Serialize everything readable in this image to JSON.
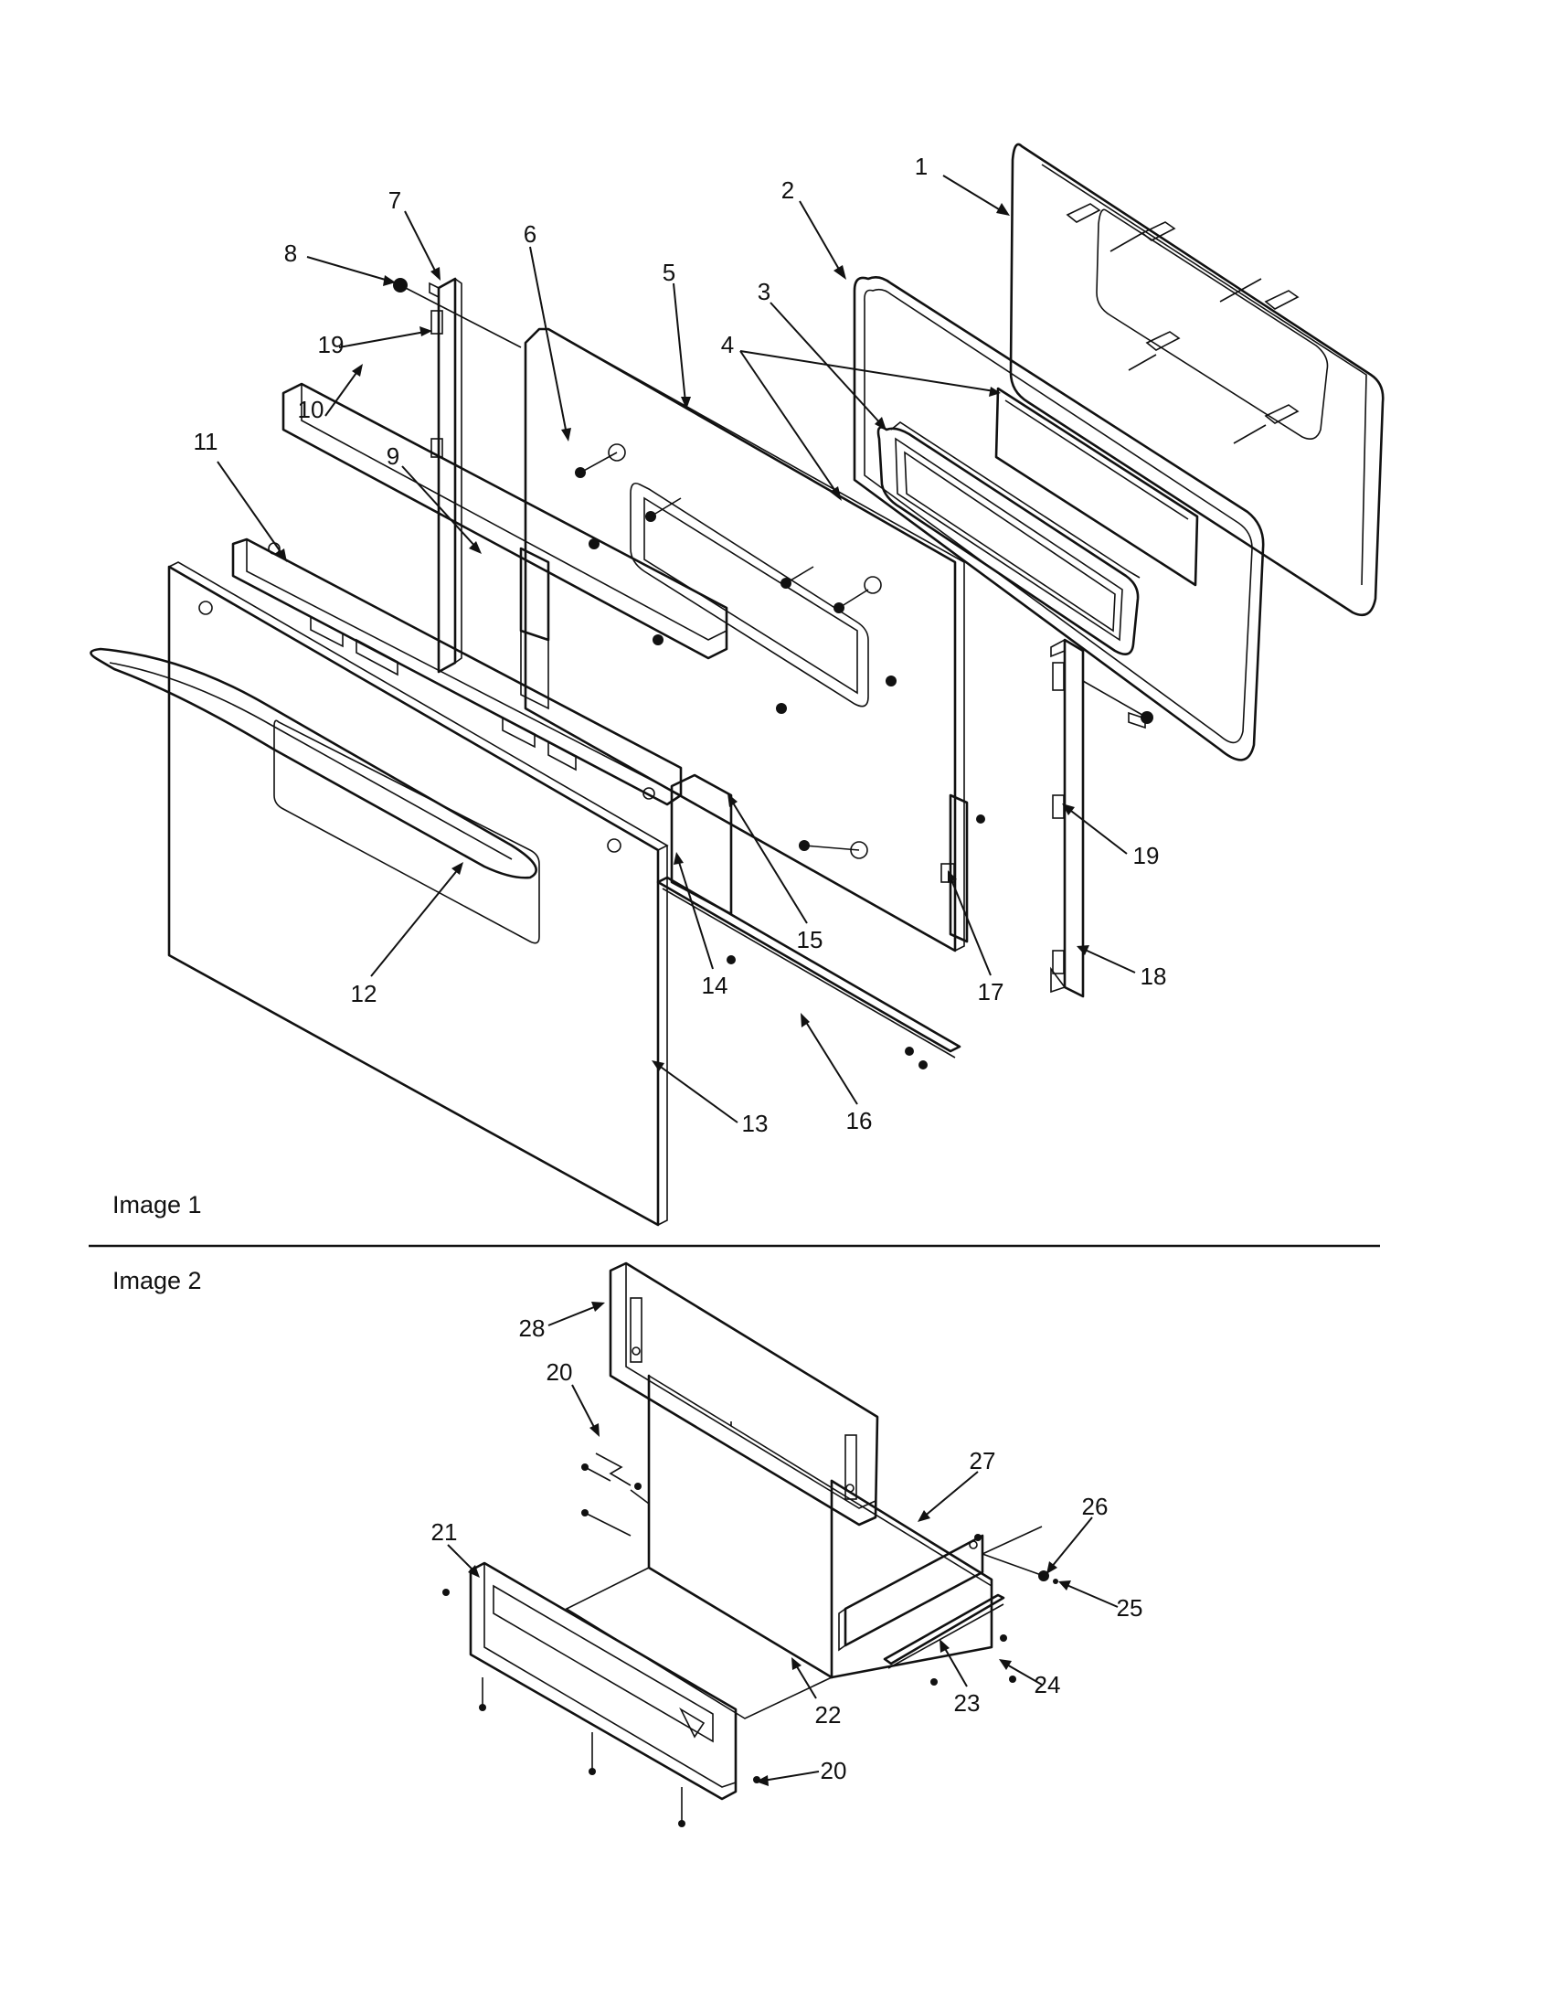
{
  "sections": {
    "image1_label": "Image 1",
    "image2_label": "Image 2"
  },
  "callouts": {
    "c1": "1",
    "c2": "2",
    "c3": "3",
    "c4": "4",
    "c5": "5",
    "c6": "6",
    "c7": "7",
    "c8": "8",
    "c9": "9",
    "c10": "10",
    "c11": "11",
    "c12": "12",
    "c13": "13",
    "c14": "14",
    "c15": "15",
    "c16": "16",
    "c17": "17",
    "c18": "18",
    "c19a": "19",
    "c19b": "19",
    "c20a": "20",
    "c20b": "20",
    "c21": "21",
    "c22": "22",
    "c23": "23",
    "c24": "24",
    "c25": "25",
    "c26": "26",
    "c27": "27",
    "c28": "28"
  }
}
